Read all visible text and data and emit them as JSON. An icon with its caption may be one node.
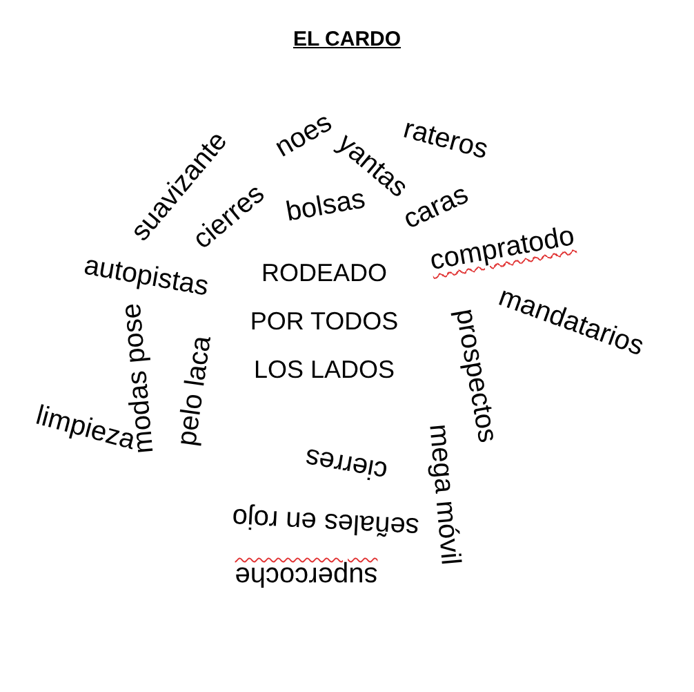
{
  "diagram": {
    "title": "EL CARDO",
    "labels": [
      "noes",
      "rateros",
      "suavizante",
      "yantas",
      "cierres",
      "bolsas",
      "caras",
      "compratodo",
      "autopistas",
      "RODEADO POR TODOS LOS LADOS",
      "mandatarios",
      "modas pose",
      "pelo laca",
      "prospectos",
      "limpieza",
      "cierres",
      "mega móvil",
      "señales en rojo",
      "supercoche"
    ]
  }
}
